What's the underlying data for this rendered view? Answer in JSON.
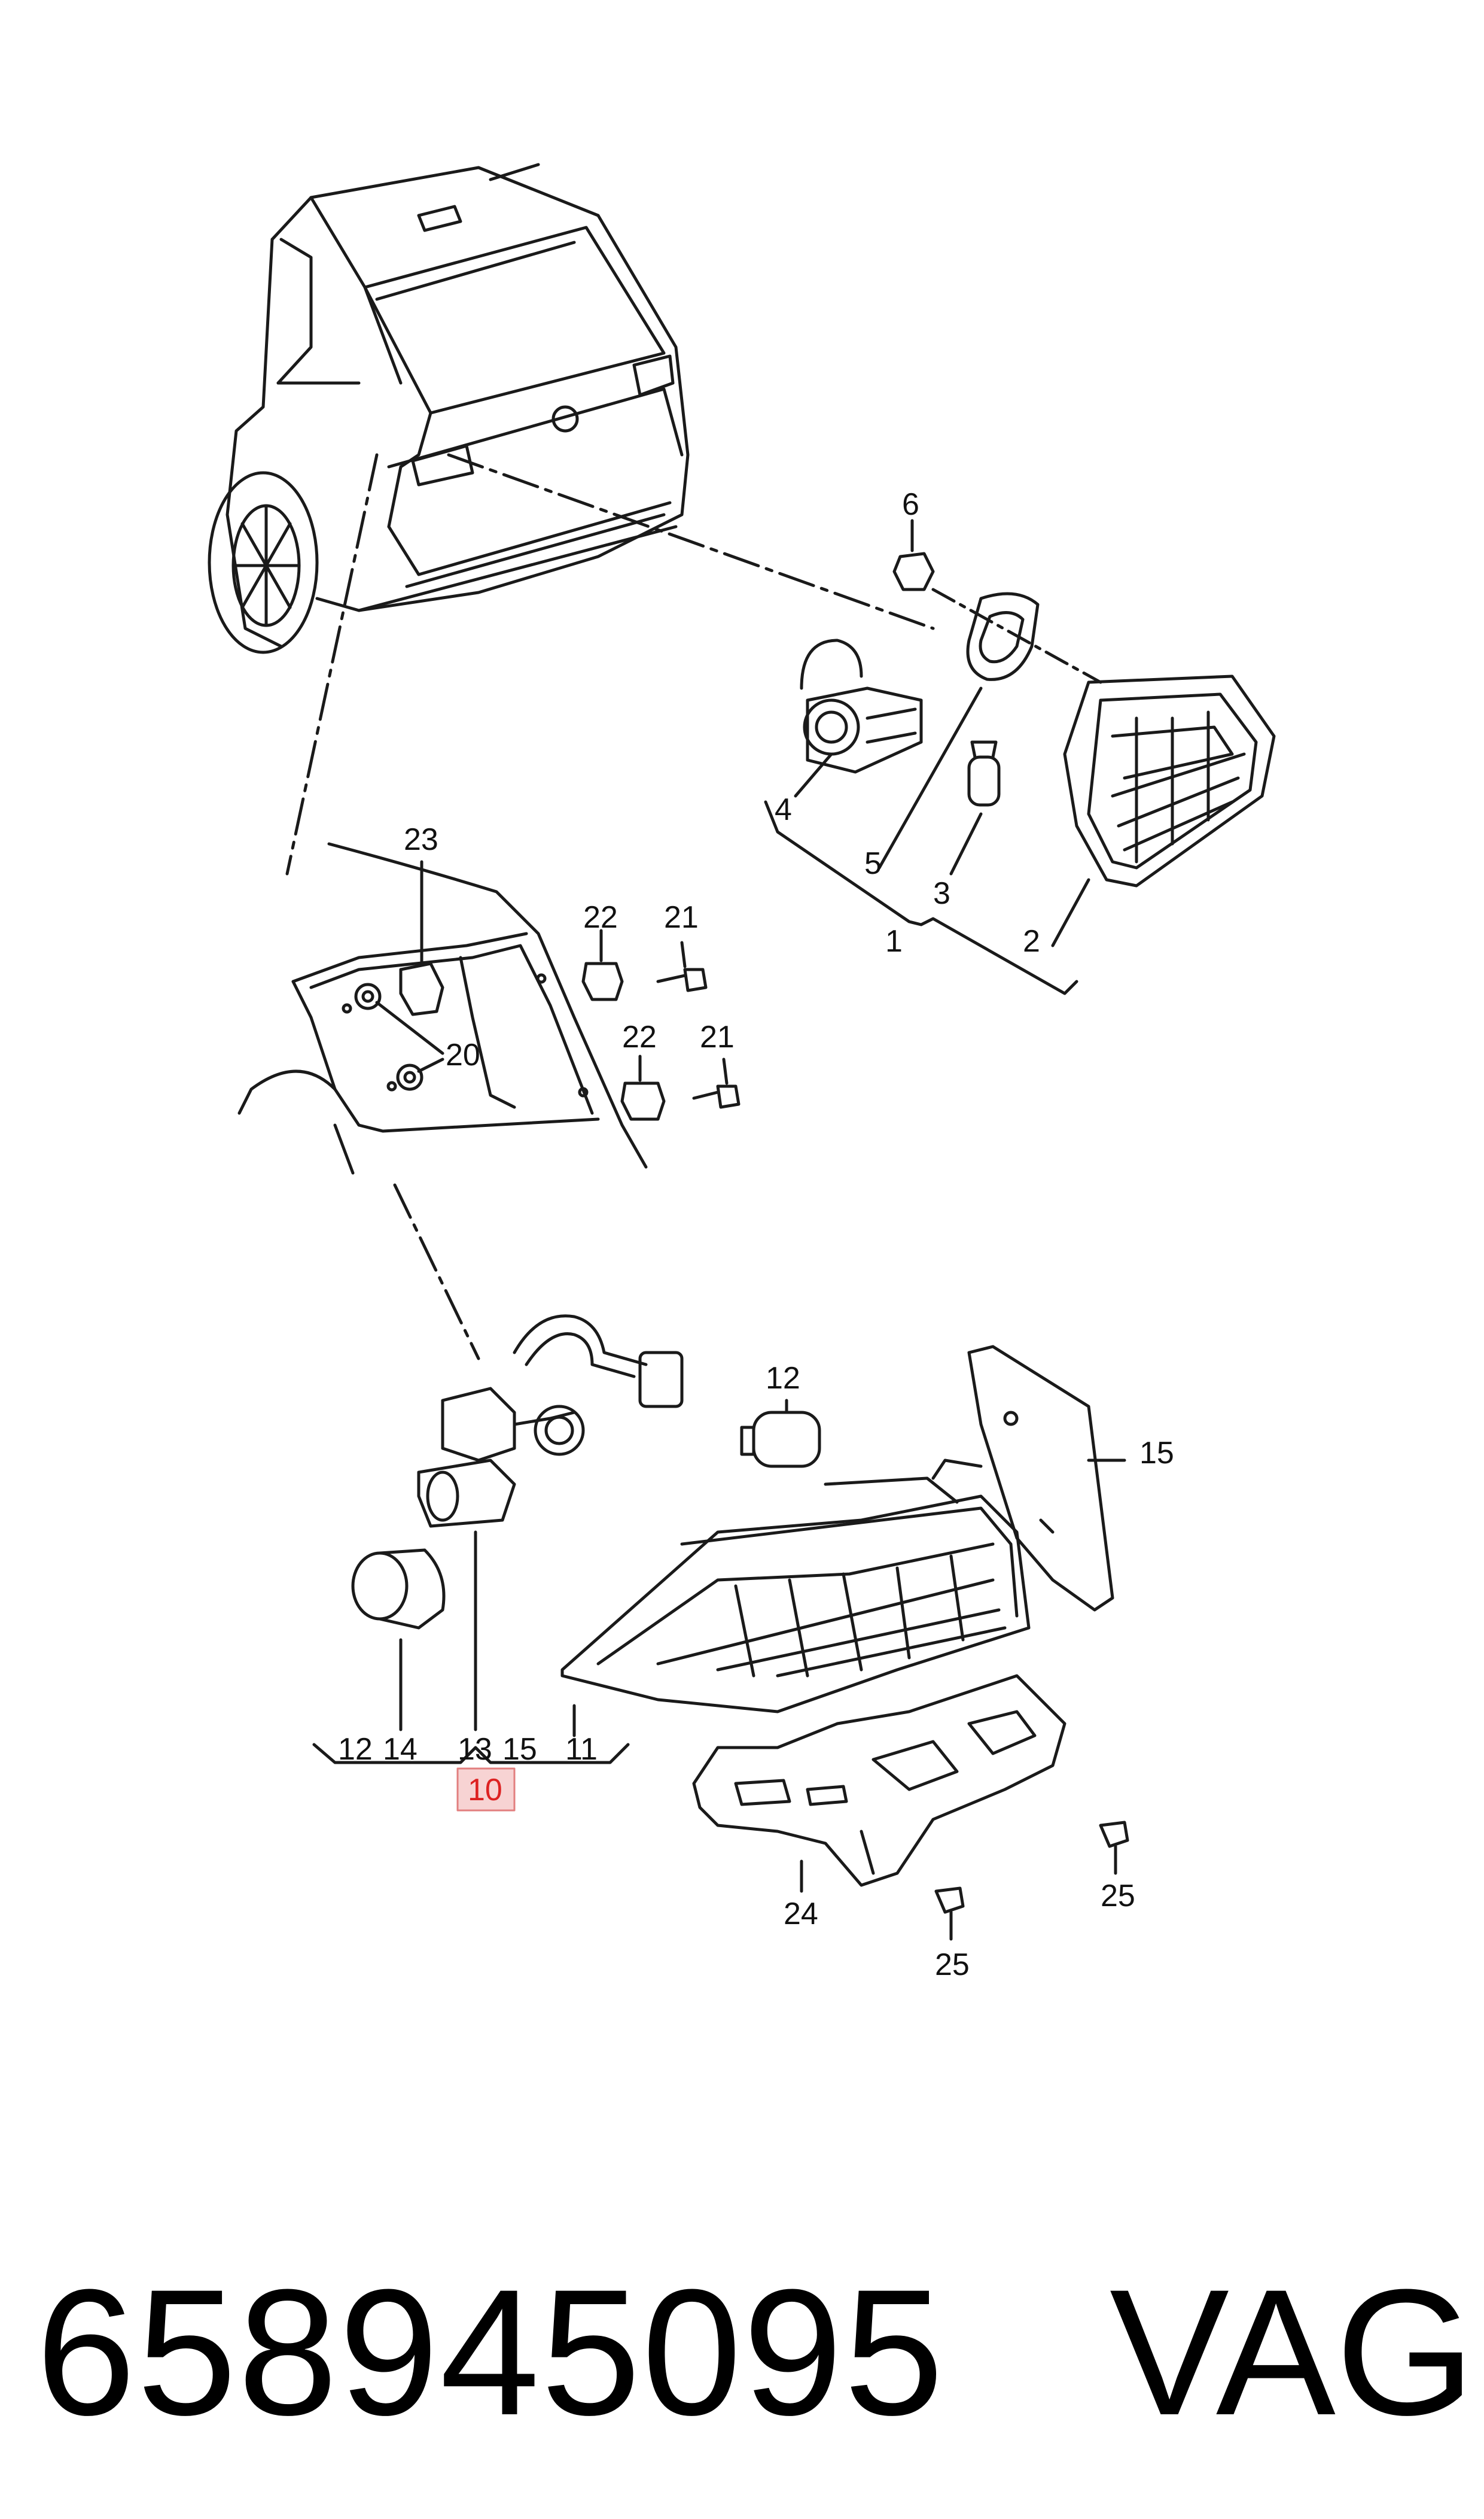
{
  "part_number": "658945095",
  "brand": "VAG",
  "highlighted_callout": "10",
  "highlight_color": "#f7d3d3",
  "highlight_border": "#e27f7f",
  "callouts": {
    "c1": "1",
    "c2": "2",
    "c3": "3",
    "c4": "4",
    "c5": "5",
    "c6": "6",
    "c10": "10",
    "c11": "11",
    "c12a": "12",
    "c12b": "12",
    "c13": "13",
    "c14": "14",
    "c15a": "15",
    "c15b": "15",
    "c20": "20",
    "c21a": "21",
    "c21b": "21",
    "c22a": "22",
    "c22b": "22",
    "c23": "23",
    "c24": "24",
    "c25a": "25",
    "c25b": "25"
  }
}
